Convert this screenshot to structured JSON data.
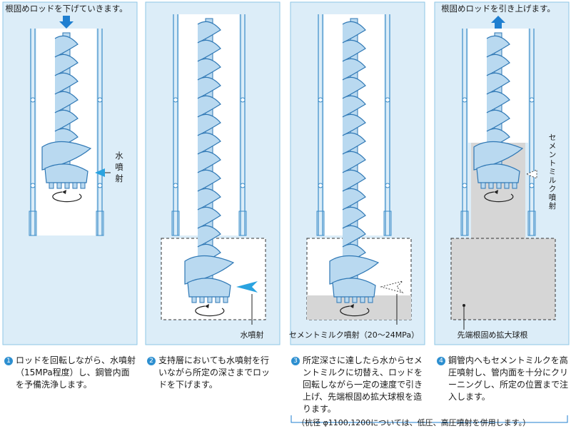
{
  "panels": [
    {
      "top_label": "根固めロッドを下げていきます。",
      "side_label": "水\n噴\n射",
      "bottom_label": "",
      "step_number": "1",
      "caption": "ロッドを回転しながら、水噴射（15MPa程度）し、鋼管内面を予備洗浄します。"
    },
    {
      "top_label": "",
      "side_label": "",
      "bottom_label": "水噴射",
      "step_number": "2",
      "caption": "支持層においても水噴射を行いながら所定の深さまでロッドを下げます。"
    },
    {
      "top_label": "",
      "side_label": "",
      "bottom_label": "セメントミルク噴射（20〜24MPa）",
      "step_number": "3",
      "caption": "所定深さに達したら水からセメントミルクに切替え、ロッドを回転しながら一定の速度で引き上げ、先端根固め拡大球根を造ります。"
    },
    {
      "top_label": "根固めロッドを引き上げます。",
      "side_label": "セメントミルク噴射",
      "bottom_label": "先端根固め拡大球根",
      "step_number": "4",
      "caption": "鋼管内へもセメントミルクを高圧噴射し、管内面を十分にクリーニングし、所定の位置まで注入します。"
    }
  ],
  "footnote": "（杭径 φ1100,1200については、低圧、高圧噴射を併用します。）",
  "colors": {
    "panel_bg": "#dcedf8",
    "panel_border": "#8ec6e6",
    "pipe_line": "#3a8cc8",
    "auger_fill": "#b9d9f0",
    "auger_stroke": "#2f78b5",
    "arrow_blue": "#1f7fd0",
    "grout_gray": "#d6d6d6",
    "water_jet": "#2aa3e0"
  }
}
